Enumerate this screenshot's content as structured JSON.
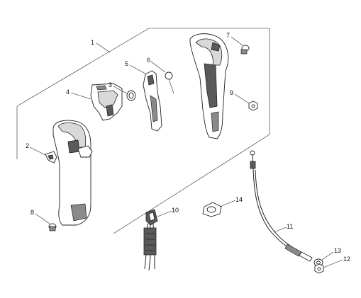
{
  "callouts": [
    {
      "id": "1",
      "text": "1"
    },
    {
      "id": "2",
      "text": "2"
    },
    {
      "id": "3",
      "text": "3"
    },
    {
      "id": "4",
      "text": "4"
    },
    {
      "id": "5",
      "text": "5"
    },
    {
      "id": "6",
      "text": "6"
    },
    {
      "id": "7",
      "text": "7"
    },
    {
      "id": "8",
      "text": "8"
    },
    {
      "id": "9",
      "text": "9"
    },
    {
      "id": "10",
      "text": "10"
    },
    {
      "id": "11",
      "text": "11"
    },
    {
      "id": "12",
      "text": "12"
    },
    {
      "id": "13",
      "text": "13"
    },
    {
      "id": "14",
      "text": "14"
    }
  ],
  "colors": {
    "ink": "#222222",
    "shade_dark": "#5a5a5a",
    "shade_mid": "#8a8a8a",
    "shade_light": "#d9d9d9"
  }
}
